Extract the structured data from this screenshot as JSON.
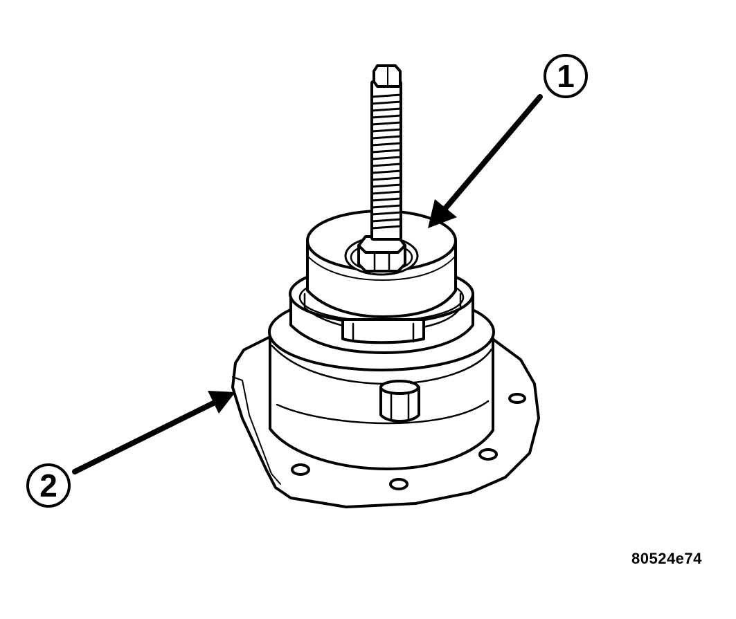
{
  "callouts": [
    {
      "label": "1"
    },
    {
      "label": "2"
    }
  ],
  "figure_id": "80524e74",
  "colors": {
    "line": "#000000",
    "fill": "#ffffff"
  }
}
